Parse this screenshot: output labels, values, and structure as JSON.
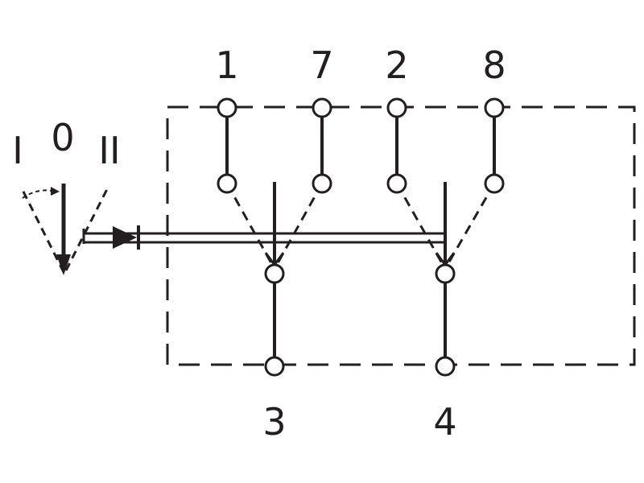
{
  "diagram": {
    "colors": {
      "ink": "#231f20",
      "background": "#ffffff"
    },
    "positions": {
      "one": "I",
      "zero": "0",
      "two": "II"
    },
    "terminals": {
      "t1": "1",
      "t7": "7",
      "t2": "2",
      "t8": "8",
      "t3": "3",
      "t4": "4"
    }
  }
}
